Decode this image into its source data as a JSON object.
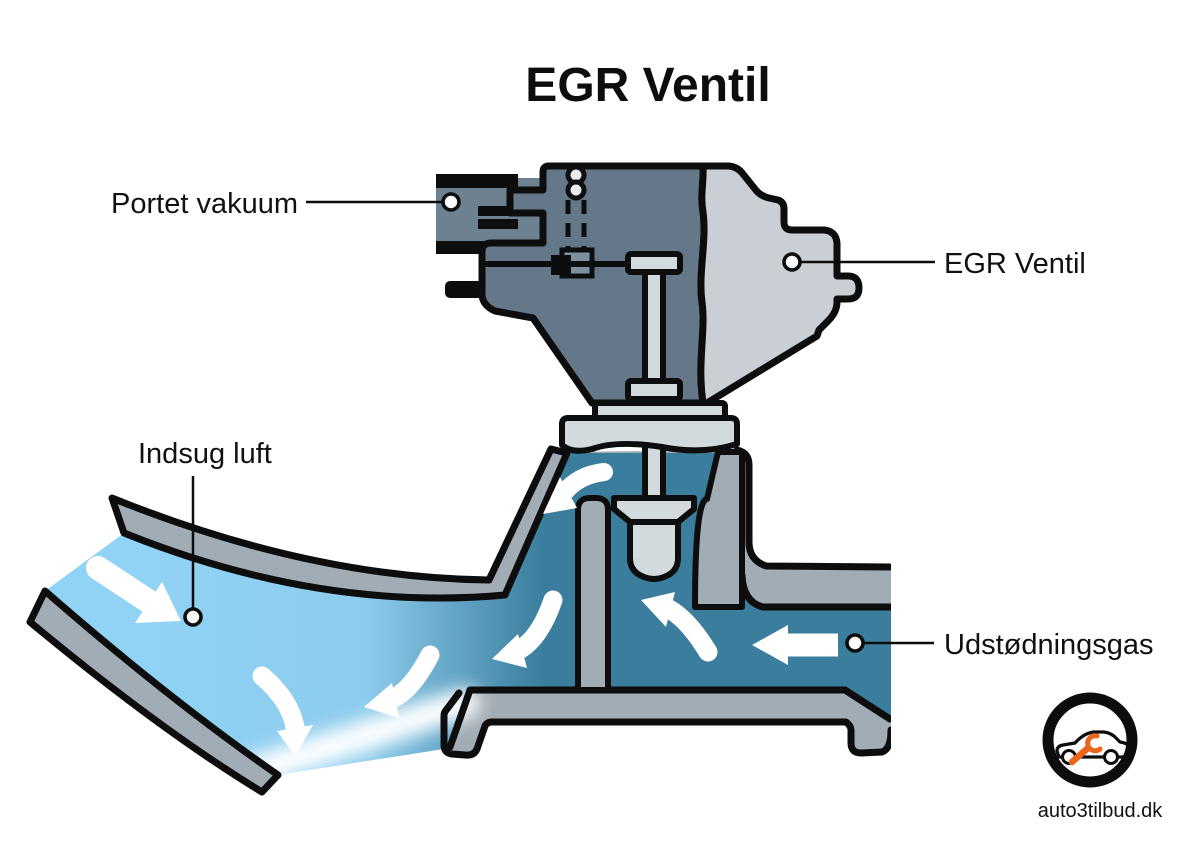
{
  "title": "EGR Ventil",
  "labels": {
    "ported_vacuum": "Portet vakuum",
    "egr_valve": "EGR Ventil",
    "intake_air": "Indsug luft",
    "exhaust_gas": "Udstødningsgas"
  },
  "logo": {
    "site": "auto3tilbud.dk"
  },
  "colors": {
    "outline": "#0d0d0d",
    "intake_blue": "#90d3f5",
    "exhaust_teal": "#3a7d9c",
    "casting_gray": "#a2acb4",
    "actuator_dark": "#64788a",
    "actuator_light": "#c9cfd5",
    "metal_light": "#d3dade",
    "arrow_white": "#ffffff",
    "logo_orange": "#e8671c"
  },
  "icons": [
    "egr-valve-diagram",
    "flow-arrow-icon",
    "car-wrench-logo-icon"
  ]
}
